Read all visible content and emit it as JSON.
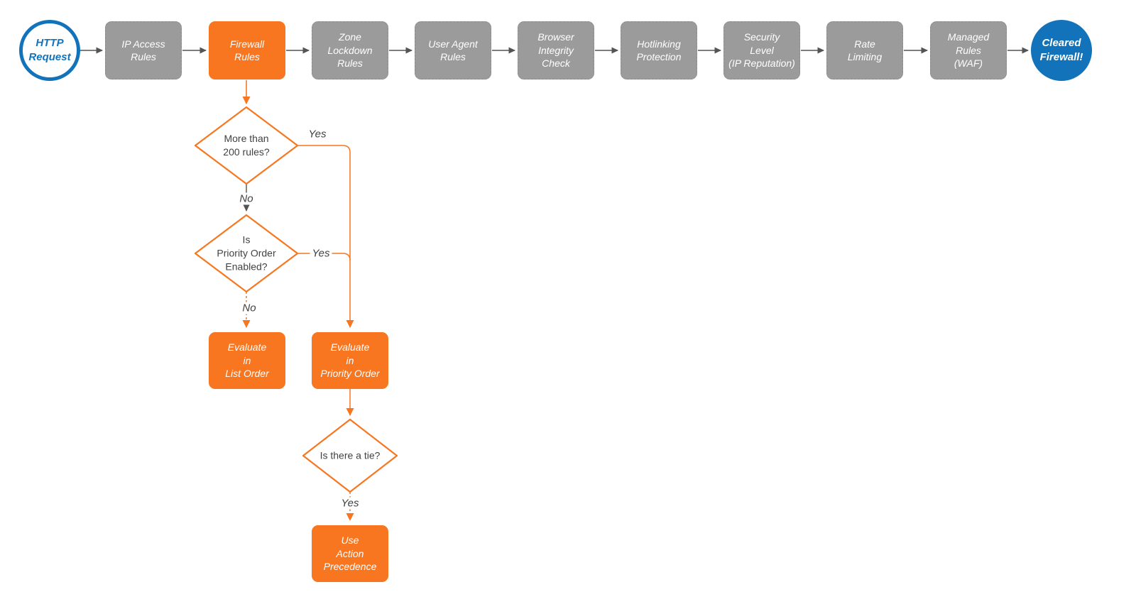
{
  "colors": {
    "accent_orange": "#f7761f",
    "node_gray": "#9b9b9b",
    "brand_blue": "#1273ba",
    "connector_gray": "#545454",
    "node_text": "#ffffff",
    "label_text": "#3f3f3f"
  },
  "pipeline": [
    {
      "id": "http-request",
      "shape": "circle",
      "style": "blue-outline",
      "label": "HTTP\nRequest"
    },
    {
      "id": "ip-access-rules",
      "shape": "rect",
      "style": "gray",
      "label": "IP Access\nRules"
    },
    {
      "id": "firewall-rules",
      "shape": "rect",
      "style": "orange",
      "label": "Firewall\nRules"
    },
    {
      "id": "zone-lockdown-rules",
      "shape": "rect",
      "style": "gray",
      "label": "Zone\nLockdown\nRules"
    },
    {
      "id": "user-agent-rules",
      "shape": "rect",
      "style": "gray",
      "label": "User Agent\nRules"
    },
    {
      "id": "browser-integrity-check",
      "shape": "rect",
      "style": "gray",
      "label": "Browser\nIntegrity\nCheck"
    },
    {
      "id": "hotlinking-protection",
      "shape": "rect",
      "style": "gray",
      "label": "Hotlinking\nProtection"
    },
    {
      "id": "security-level-ip-reputation",
      "shape": "rect",
      "style": "gray",
      "label": "Security\nLevel\n(IP Reputation)"
    },
    {
      "id": "rate-limiting",
      "shape": "rect",
      "style": "gray",
      "label": "Rate\nLimiting"
    },
    {
      "id": "managed-rules-waf",
      "shape": "rect",
      "style": "gray",
      "label": "Managed\nRules\n(WAF)"
    },
    {
      "id": "cleared-firewall",
      "shape": "circle",
      "style": "blue-filled",
      "label": "Cleared\nFirewall!"
    }
  ],
  "decisions": [
    {
      "id": "more-than-200-rules",
      "label": "More than\n200 rules?"
    },
    {
      "id": "priority-order-enabled",
      "label": "Is\nPriority Order\nEnabled?"
    },
    {
      "id": "is-there-a-tie",
      "label": "Is there a tie?"
    }
  ],
  "actions": [
    {
      "id": "evaluate-in-list-order",
      "label": "Evaluate\nin\nList Order"
    },
    {
      "id": "evaluate-in-priority-order",
      "label": "Evaluate\nin\nPriority Order"
    },
    {
      "id": "use-action-precedence",
      "label": "Use\nAction\nPrecedence"
    }
  ],
  "edge_labels": [
    {
      "id": "yes-1",
      "label": "Yes"
    },
    {
      "id": "no-1",
      "label": "No"
    },
    {
      "id": "yes-2",
      "label": "Yes"
    },
    {
      "id": "no-2",
      "label": "No"
    },
    {
      "id": "yes-3",
      "label": "Yes"
    }
  ]
}
